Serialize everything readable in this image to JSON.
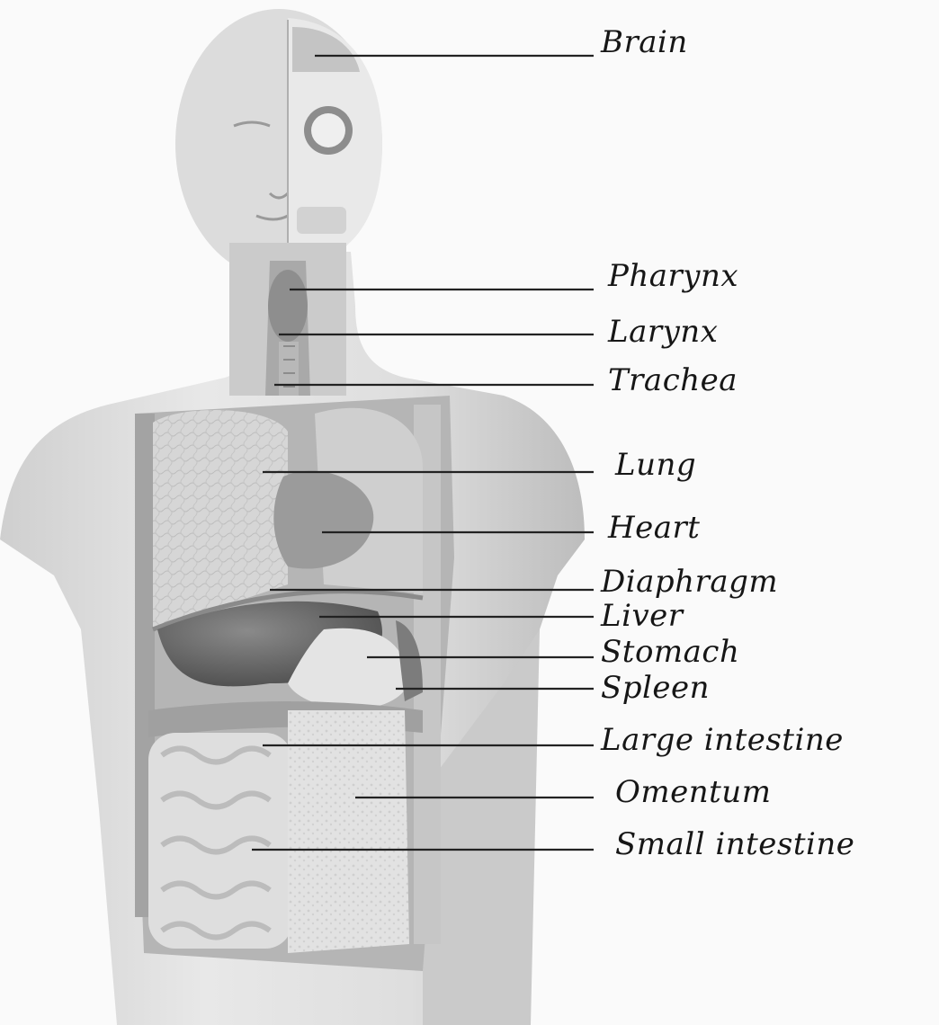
{
  "labels": [
    {
      "id": "brain",
      "text": "Brain"
    },
    {
      "id": "pharynx",
      "text": "Pharynx"
    },
    {
      "id": "larynx",
      "text": "Larynx"
    },
    {
      "id": "trachea",
      "text": "Trachea"
    },
    {
      "id": "lung",
      "text": "Lung"
    },
    {
      "id": "heart",
      "text": "Heart"
    },
    {
      "id": "diaphragm",
      "text": "Diaphragm"
    },
    {
      "id": "liver",
      "text": "Liver"
    },
    {
      "id": "stomach",
      "text": "Stomach"
    },
    {
      "id": "spleen",
      "text": "Spleen"
    },
    {
      "id": "large-intestine",
      "text": "Large intestine"
    },
    {
      "id": "omentum",
      "text": "Omentum"
    },
    {
      "id": "small-intestine",
      "text": "Small intestine"
    }
  ],
  "colors": {
    "background": "#fafafa",
    "model_skin": "#d9d9d9",
    "organ_dark": "#6a6a6a",
    "lung": "#cfcfcf",
    "leader_line": "#222222"
  }
}
